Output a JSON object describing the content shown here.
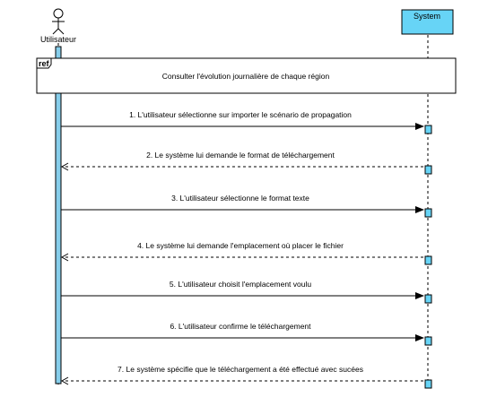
{
  "actor": {
    "label": "Utilisateur"
  },
  "system": {
    "label": "System"
  },
  "ref_fragment": {
    "tag": "ref",
    "text": "Consulter l'évolution journalière de chaque région"
  },
  "messages": [
    {
      "text": "1. L'utilisateur sélectionne sur importer le scénario de propagation",
      "direction": "to_system",
      "style": "solid"
    },
    {
      "text": "2. Le système lui demande le format de téléchargement",
      "direction": "to_actor",
      "style": "dashed"
    },
    {
      "text": "3. L'utilisateur sélectionne le format texte",
      "direction": "to_system",
      "style": "solid"
    },
    {
      "text": "4. Le système lui demande l'emplacement où placer le fichier",
      "direction": "to_actor",
      "style": "dashed"
    },
    {
      "text": "5. L'utilisateur choisit l'emplacement voulu",
      "direction": "to_system",
      "style": "solid"
    },
    {
      "text": "6. L'utilisateur confirme le téléchargement",
      "direction": "to_system",
      "style": "solid"
    },
    {
      "text": "7. Le système spécifie que le téléchargement a été effectué avec sucées",
      "direction": "to_actor",
      "style": "dashed"
    }
  ],
  "colors": {
    "activation": "#87ceeb",
    "system_box": "#67d4f6",
    "line": "#000000"
  }
}
